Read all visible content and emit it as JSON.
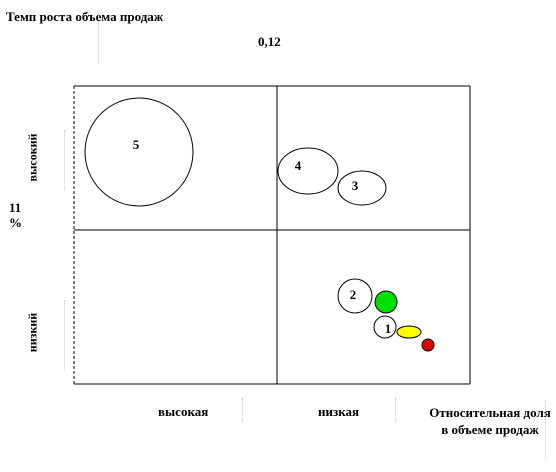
{
  "labels": {
    "y_axis_title": "Темп роста объема продаж",
    "growth_value": "0,12",
    "growth_pct_top": "11",
    "growth_pct_bottom": "%",
    "high_growth": "высокий",
    "low_growth": "низкий",
    "high_share": "высокая",
    "low_share": "низкая",
    "x_axis_title": "Относительная доля в объеме продаж"
  },
  "bubbles": [
    {
      "label": "5",
      "fill": "#ffffff"
    },
    {
      "label": "4",
      "fill": "#ffffff"
    },
    {
      "label": "3",
      "fill": "#ffffff"
    },
    {
      "label": "2",
      "fill": "#ffffff"
    },
    {
      "label": "1",
      "fill": "#ffffff"
    },
    {
      "label": "",
      "fill": "#00e000"
    },
    {
      "label": "",
      "fill": "#ffff00"
    },
    {
      "label": "",
      "fill": "#e00000"
    }
  ]
}
